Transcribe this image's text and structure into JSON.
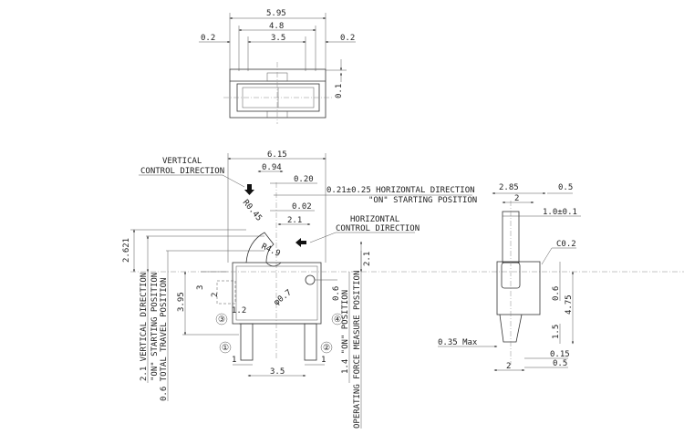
{
  "top_view": {
    "d_width_total": "5.95",
    "d_width_mid": "4.8",
    "d_pitch": "3.5",
    "d_left": "0.2",
    "d_right": "0.2",
    "d_height": "0.1"
  },
  "front_view": {
    "d_width": "6.15",
    "d_094": "0.94",
    "d_020": "0.20",
    "d_002": "0.02",
    "d_21": "2.1",
    "horizontal_on": "0.21±0.25 HORIZONTAL DIRECTION",
    "horizontal_on_2": "\"ON\" STARTING POSITION",
    "vertical_label_1": "VERTICAL",
    "vertical_label_2": "CONTROL DIRECTION",
    "horizontal_label_1": "HORIZONTAL",
    "horizontal_label_2": "CONTROL DIRECTION",
    "r045": "R0.45",
    "r49": "R4.9",
    "d_2621": "2.621",
    "d_21_right": "2.1",
    "vertical_on_1": "2.1 VERTICAL DIRECTION",
    "vertical_on_2": "\"ON\" STARTING POSITION",
    "total_travel": "0.6 TOTAL TRAVEL POSITION",
    "d_395": "3.95",
    "d_3": "3",
    "d_2": "2",
    "d_12": "1.2",
    "hole": "φ0.7",
    "d_06": "0.6",
    "on_position": "1.4 \"ON\" POSITION",
    "force_position": "OPERATING FORCE MEASURE POSITION",
    "pins": [
      "①",
      "②",
      "③",
      "④"
    ],
    "d_1_left": "1",
    "d_1_right": "1",
    "d_35": "3.5"
  },
  "side_view": {
    "d_285": "2.85",
    "d_05_top": "0.5",
    "d_2_top": "2",
    "d_10": "1.0±0.1",
    "chamfer": "C0.2",
    "d_06": "0.6",
    "d_475": "4.75",
    "d_15": "1.5",
    "d_035": "0.35 Max",
    "d_015": "0.15",
    "d_05_bot": "0.5",
    "d_2_bot": "2"
  }
}
